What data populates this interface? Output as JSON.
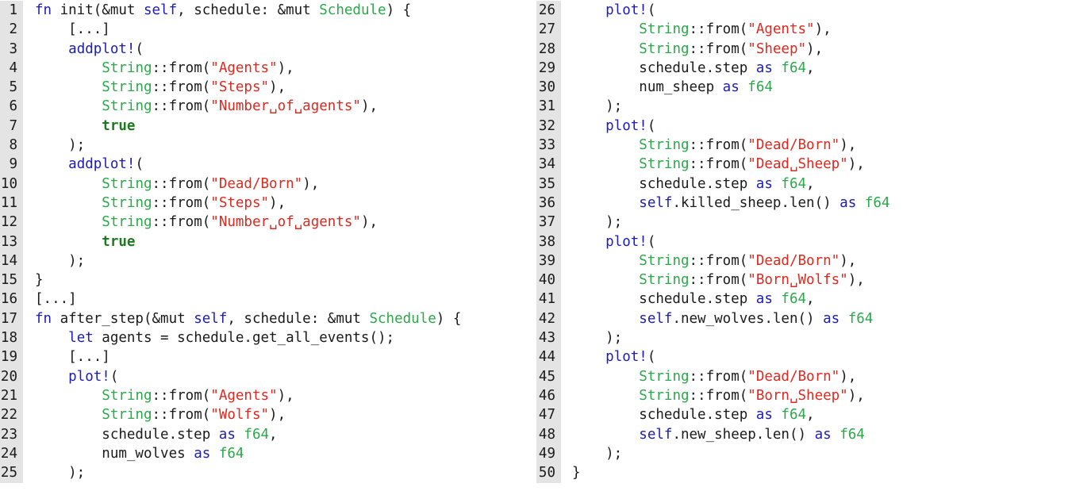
{
  "colors": {
    "keyword": "#1c1cb6",
    "type": "#2ba84a",
    "string": "#e0281f",
    "text": "#1a1a1a",
    "gutter": "#e4e4e4"
  },
  "columns": [
    {
      "lines": [
        {
          "n": "1",
          "tokens": [
            [
              "k",
              "fn"
            ],
            [
              "p",
              " init(&mut "
            ],
            [
              "k",
              "self"
            ],
            [
              "p",
              ", schedule: &mut "
            ],
            [
              "t",
              "Schedule"
            ],
            [
              "p",
              ") {"
            ]
          ]
        },
        {
          "n": "2",
          "tokens": [
            [
              "p",
              "    [...]"
            ]
          ]
        },
        {
          "n": "3",
          "tokens": [
            [
              "p",
              "    "
            ],
            [
              "k",
              "addplot!"
            ],
            [
              "p",
              "("
            ]
          ]
        },
        {
          "n": "4",
          "tokens": [
            [
              "p",
              "        "
            ],
            [
              "t",
              "String"
            ],
            [
              "p",
              "::from("
            ],
            [
              "s",
              "\"Agents\""
            ],
            [
              "p",
              "),"
            ]
          ]
        },
        {
          "n": "5",
          "tokens": [
            [
              "p",
              "        "
            ],
            [
              "t",
              "String"
            ],
            [
              "p",
              "::from("
            ],
            [
              "s",
              "\"Steps\""
            ],
            [
              "p",
              "),"
            ]
          ]
        },
        {
          "n": "6",
          "tokens": [
            [
              "p",
              "        "
            ],
            [
              "t",
              "String"
            ],
            [
              "p",
              "::from("
            ],
            [
              "s",
              "\"Number␣of␣agents\""
            ],
            [
              "p",
              "),"
            ]
          ]
        },
        {
          "n": "7",
          "tokens": [
            [
              "p",
              "        "
            ],
            [
              "b",
              "true"
            ]
          ]
        },
        {
          "n": "8",
          "tokens": [
            [
              "p",
              "    );"
            ]
          ]
        },
        {
          "n": "9",
          "tokens": [
            [
              "p",
              "    "
            ],
            [
              "k",
              "addplot!"
            ],
            [
              "p",
              "("
            ]
          ]
        },
        {
          "n": "10",
          "tokens": [
            [
              "p",
              "        "
            ],
            [
              "t",
              "String"
            ],
            [
              "p",
              "::from("
            ],
            [
              "s",
              "\"Dead/Born\""
            ],
            [
              "p",
              "),"
            ]
          ]
        },
        {
          "n": "11",
          "tokens": [
            [
              "p",
              "        "
            ],
            [
              "t",
              "String"
            ],
            [
              "p",
              "::from("
            ],
            [
              "s",
              "\"Steps\""
            ],
            [
              "p",
              "),"
            ]
          ]
        },
        {
          "n": "12",
          "tokens": [
            [
              "p",
              "        "
            ],
            [
              "t",
              "String"
            ],
            [
              "p",
              "::from("
            ],
            [
              "s",
              "\"Number␣of␣agents\""
            ],
            [
              "p",
              "),"
            ]
          ]
        },
        {
          "n": "13",
          "tokens": [
            [
              "p",
              "        "
            ],
            [
              "b",
              "true"
            ]
          ]
        },
        {
          "n": "14",
          "tokens": [
            [
              "p",
              "    );"
            ]
          ]
        },
        {
          "n": "15",
          "tokens": [
            [
              "p",
              "}"
            ]
          ]
        },
        {
          "n": "16",
          "tokens": [
            [
              "p",
              "[...]"
            ]
          ]
        },
        {
          "n": "17",
          "tokens": [
            [
              "k",
              "fn"
            ],
            [
              "p",
              " after_step(&mut "
            ],
            [
              "k",
              "self"
            ],
            [
              "p",
              ", schedule: &mut "
            ],
            [
              "t",
              "Schedule"
            ],
            [
              "p",
              ") {"
            ]
          ]
        },
        {
          "n": "18",
          "tokens": [
            [
              "p",
              "    "
            ],
            [
              "k",
              "let"
            ],
            [
              "p",
              " agents = schedule.get_all_events();"
            ]
          ]
        },
        {
          "n": "19",
          "tokens": [
            [
              "p",
              "    [...]"
            ]
          ]
        },
        {
          "n": "20",
          "tokens": [
            [
              "p",
              "    "
            ],
            [
              "k",
              "plot!"
            ],
            [
              "p",
              "("
            ]
          ]
        },
        {
          "n": "21",
          "tokens": [
            [
              "p",
              "        "
            ],
            [
              "t",
              "String"
            ],
            [
              "p",
              "::from("
            ],
            [
              "s",
              "\"Agents\""
            ],
            [
              "p",
              "),"
            ]
          ]
        },
        {
          "n": "22",
          "tokens": [
            [
              "p",
              "        "
            ],
            [
              "t",
              "String"
            ],
            [
              "p",
              "::from("
            ],
            [
              "s",
              "\"Wolfs\""
            ],
            [
              "p",
              "),"
            ]
          ]
        },
        {
          "n": "23",
          "tokens": [
            [
              "p",
              "        schedule.step "
            ],
            [
              "k",
              "as"
            ],
            [
              "p",
              " "
            ],
            [
              "t",
              "f64"
            ],
            [
              "p",
              ","
            ]
          ]
        },
        {
          "n": "24",
          "tokens": [
            [
              "p",
              "        num_wolves "
            ],
            [
              "k",
              "as"
            ],
            [
              "p",
              " "
            ],
            [
              "t",
              "f64"
            ]
          ]
        },
        {
          "n": "25",
          "tokens": [
            [
              "p",
              "    );"
            ]
          ]
        }
      ]
    },
    {
      "lines": [
        {
          "n": "26",
          "tokens": [
            [
              "p",
              "    "
            ],
            [
              "k",
              "plot!"
            ],
            [
              "p",
              "("
            ]
          ]
        },
        {
          "n": "27",
          "tokens": [
            [
              "p",
              "        "
            ],
            [
              "t",
              "String"
            ],
            [
              "p",
              "::from("
            ],
            [
              "s",
              "\"Agents\""
            ],
            [
              "p",
              "),"
            ]
          ]
        },
        {
          "n": "28",
          "tokens": [
            [
              "p",
              "        "
            ],
            [
              "t",
              "String"
            ],
            [
              "p",
              "::from("
            ],
            [
              "s",
              "\"Sheep\""
            ],
            [
              "p",
              "),"
            ]
          ]
        },
        {
          "n": "29",
          "tokens": [
            [
              "p",
              "        schedule.step "
            ],
            [
              "k",
              "as"
            ],
            [
              "p",
              " "
            ],
            [
              "t",
              "f64"
            ],
            [
              "p",
              ","
            ]
          ]
        },
        {
          "n": "30",
          "tokens": [
            [
              "p",
              "        num_sheep "
            ],
            [
              "k",
              "as"
            ],
            [
              "p",
              " "
            ],
            [
              "t",
              "f64"
            ]
          ]
        },
        {
          "n": "31",
          "tokens": [
            [
              "p",
              "    );"
            ]
          ]
        },
        {
          "n": "32",
          "tokens": [
            [
              "p",
              "    "
            ],
            [
              "k",
              "plot!"
            ],
            [
              "p",
              "("
            ]
          ]
        },
        {
          "n": "33",
          "tokens": [
            [
              "p",
              "        "
            ],
            [
              "t",
              "String"
            ],
            [
              "p",
              "::from("
            ],
            [
              "s",
              "\"Dead/Born\""
            ],
            [
              "p",
              "),"
            ]
          ]
        },
        {
          "n": "34",
          "tokens": [
            [
              "p",
              "        "
            ],
            [
              "t",
              "String"
            ],
            [
              "p",
              "::from("
            ],
            [
              "s",
              "\"Dead␣Sheep\""
            ],
            [
              "p",
              "),"
            ]
          ]
        },
        {
          "n": "35",
          "tokens": [
            [
              "p",
              "        schedule.step "
            ],
            [
              "k",
              "as"
            ],
            [
              "p",
              " "
            ],
            [
              "t",
              "f64"
            ],
            [
              "p",
              ","
            ]
          ]
        },
        {
          "n": "36",
          "tokens": [
            [
              "p",
              "        "
            ],
            [
              "k",
              "self"
            ],
            [
              "p",
              ".killed_sheep.len() "
            ],
            [
              "k",
              "as"
            ],
            [
              "p",
              " "
            ],
            [
              "t",
              "f64"
            ]
          ]
        },
        {
          "n": "37",
          "tokens": [
            [
              "p",
              "    );"
            ]
          ]
        },
        {
          "n": "38",
          "tokens": [
            [
              "p",
              "    "
            ],
            [
              "k",
              "plot!"
            ],
            [
              "p",
              "("
            ]
          ]
        },
        {
          "n": "39",
          "tokens": [
            [
              "p",
              "        "
            ],
            [
              "t",
              "String"
            ],
            [
              "p",
              "::from("
            ],
            [
              "s",
              "\"Dead/Born\""
            ],
            [
              "p",
              "),"
            ]
          ]
        },
        {
          "n": "40",
          "tokens": [
            [
              "p",
              "        "
            ],
            [
              "t",
              "String"
            ],
            [
              "p",
              "::from("
            ],
            [
              "s",
              "\"Born␣Wolfs\""
            ],
            [
              "p",
              "),"
            ]
          ]
        },
        {
          "n": "41",
          "tokens": [
            [
              "p",
              "        schedule.step "
            ],
            [
              "k",
              "as"
            ],
            [
              "p",
              " "
            ],
            [
              "t",
              "f64"
            ],
            [
              "p",
              ","
            ]
          ]
        },
        {
          "n": "42",
          "tokens": [
            [
              "p",
              "        "
            ],
            [
              "k",
              "self"
            ],
            [
              "p",
              ".new_wolves.len() "
            ],
            [
              "k",
              "as"
            ],
            [
              "p",
              " "
            ],
            [
              "t",
              "f64"
            ]
          ]
        },
        {
          "n": "43",
          "tokens": [
            [
              "p",
              "    );"
            ]
          ]
        },
        {
          "n": "44",
          "tokens": [
            [
              "p",
              "    "
            ],
            [
              "k",
              "plot!"
            ],
            [
              "p",
              "("
            ]
          ]
        },
        {
          "n": "45",
          "tokens": [
            [
              "p",
              "        "
            ],
            [
              "t",
              "String"
            ],
            [
              "p",
              "::from("
            ],
            [
              "s",
              "\"Dead/Born\""
            ],
            [
              "p",
              "),"
            ]
          ]
        },
        {
          "n": "46",
          "tokens": [
            [
              "p",
              "        "
            ],
            [
              "t",
              "String"
            ],
            [
              "p",
              "::from("
            ],
            [
              "s",
              "\"Born␣Sheep\""
            ],
            [
              "p",
              "),"
            ]
          ]
        },
        {
          "n": "47",
          "tokens": [
            [
              "p",
              "        schedule.step "
            ],
            [
              "k",
              "as"
            ],
            [
              "p",
              " "
            ],
            [
              "t",
              "f64"
            ],
            [
              "p",
              ","
            ]
          ]
        },
        {
          "n": "48",
          "tokens": [
            [
              "p",
              "        "
            ],
            [
              "k",
              "self"
            ],
            [
              "p",
              ".new_sheep.len() "
            ],
            [
              "k",
              "as"
            ],
            [
              "p",
              " "
            ],
            [
              "t",
              "f64"
            ]
          ]
        },
        {
          "n": "49",
          "tokens": [
            [
              "p",
              "    );"
            ]
          ]
        },
        {
          "n": "50",
          "tokens": [
            [
              "p",
              "}"
            ]
          ]
        }
      ]
    }
  ]
}
